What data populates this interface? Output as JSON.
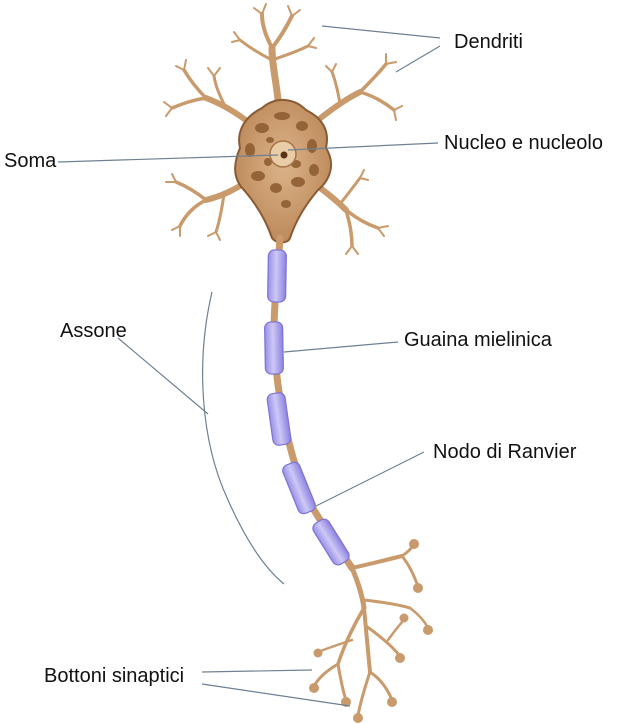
{
  "labels": {
    "dendriti": "Dendriti",
    "nucleo": "Nucleo e nucleolo",
    "soma": "Soma",
    "assone": "Assone",
    "guaina": "Guaina mielinica",
    "nodo": "Nodo di Ranvier",
    "bottoni": "Bottoni sinaptici"
  },
  "colors": {
    "cell_body": "#c99a6b",
    "cell_outline": "#8a5a34",
    "organelle": "#8b5a2e",
    "myelin": "#b7b0ee",
    "myelin_outline": "#7d73d6",
    "leader_line": "#6f8092"
  }
}
